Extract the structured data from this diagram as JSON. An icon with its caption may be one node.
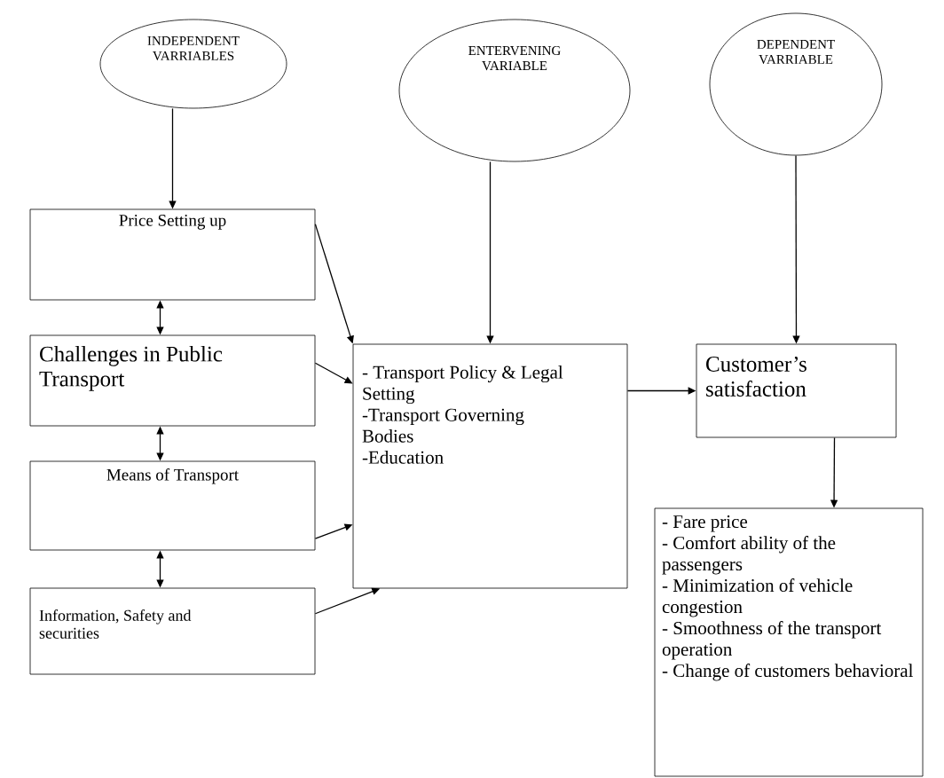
{
  "diagram": {
    "nodes": [
      {
        "text": [
          "INDEPENDENT VARRIABLES"
        ]
      },
      {
        "text": [
          "ENTERVENING VARIABLE"
        ]
      },
      {
        "text": [
          "DEPENDENT VARRIABLE"
        ]
      },
      {
        "text": [
          "Price Setting up"
        ]
      },
      {
        "text": [
          "Challenges in Public Transport"
        ]
      },
      {
        "text": [
          "Means of Transport"
        ]
      },
      {
        "text": [
          "Information, Safety and securities"
        ]
      },
      {
        "text": [
          "- Transport Policy & Legal Setting",
          "-Transport Governing Bodies",
          "-Education"
        ]
      },
      {
        "text": [
          "Customer’s satisfaction"
        ]
      },
      {
        "text": [
          "- Fare price",
          "- Comfort ability of the passengers",
          "- Minimization of vehicle congestion",
          "- Smoothness of the transport operation",
          "- Change of customers behavioral"
        ]
      }
    ],
    "edges": [
      {
        "from": 0,
        "to": 3,
        "arrow": "to"
      },
      {
        "from": 1,
        "to": 7,
        "arrow": "to"
      },
      {
        "from": 2,
        "to": 8,
        "arrow": "to"
      },
      {
        "from": 3,
        "to": 7,
        "arrow": "to"
      },
      {
        "from": 3,
        "to": 4,
        "arrow": "both"
      },
      {
        "from": 4,
        "to": 7,
        "arrow": "to"
      },
      {
        "from": 4,
        "to": 5,
        "arrow": "both"
      },
      {
        "from": 5,
        "to": 7,
        "arrow": "to"
      },
      {
        "from": 5,
        "to": 6,
        "arrow": "both"
      },
      {
        "from": 6,
        "to": 7,
        "arrow": "to"
      },
      {
        "from": 7,
        "to": 8,
        "arrow": "to"
      },
      {
        "from": 8,
        "to": 9,
        "arrow": "to"
      }
    ]
  }
}
